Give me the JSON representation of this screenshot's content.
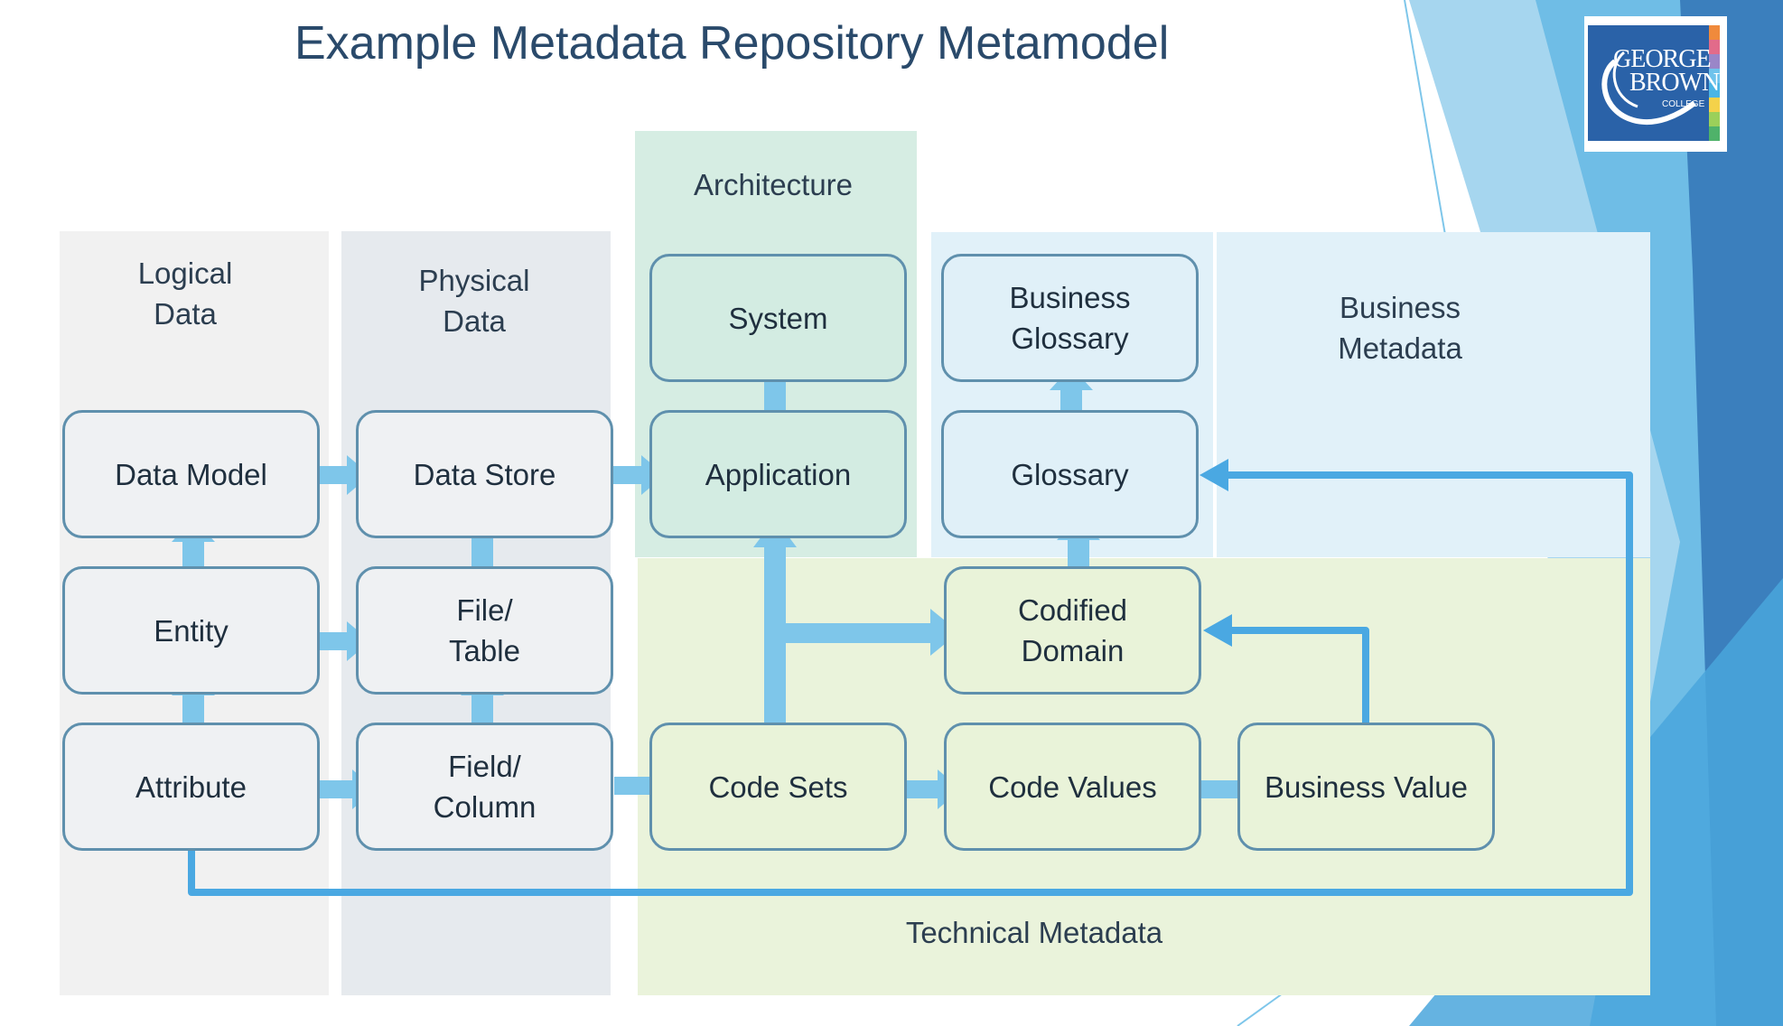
{
  "title": "Example Metadata Repository Metamodel",
  "regions": {
    "logical": "Logical\nData",
    "physical": "Physical\nData",
    "architecture": "Architecture",
    "business": "Business\nMetadata",
    "technical": "Technical Metadata"
  },
  "nodes": {
    "data_model": "Data Model",
    "entity": "Entity",
    "attribute": "Attribute",
    "data_store": "Data Store",
    "file_table": "File/\nTable",
    "field_column": "Field/\nColumn",
    "system": "System",
    "application": "Application",
    "code_sets": "Code Sets",
    "business_glossary": "Business\nGlossary",
    "glossary": "Glossary",
    "codified_domain": "Codified\nDomain",
    "code_values": "Code Values",
    "business_value": "Business Value"
  },
  "logo": {
    "line1": "GEORGE",
    "line2": "BROWN",
    "line3": "COLLEGE"
  },
  "colors": {
    "thick_arrow": "#7ec6ea",
    "thin_arrow": "#4aa8e2",
    "node_border": "#5f90ad",
    "title": "#2a4a6b",
    "logo_blue": "#2a62a8"
  }
}
